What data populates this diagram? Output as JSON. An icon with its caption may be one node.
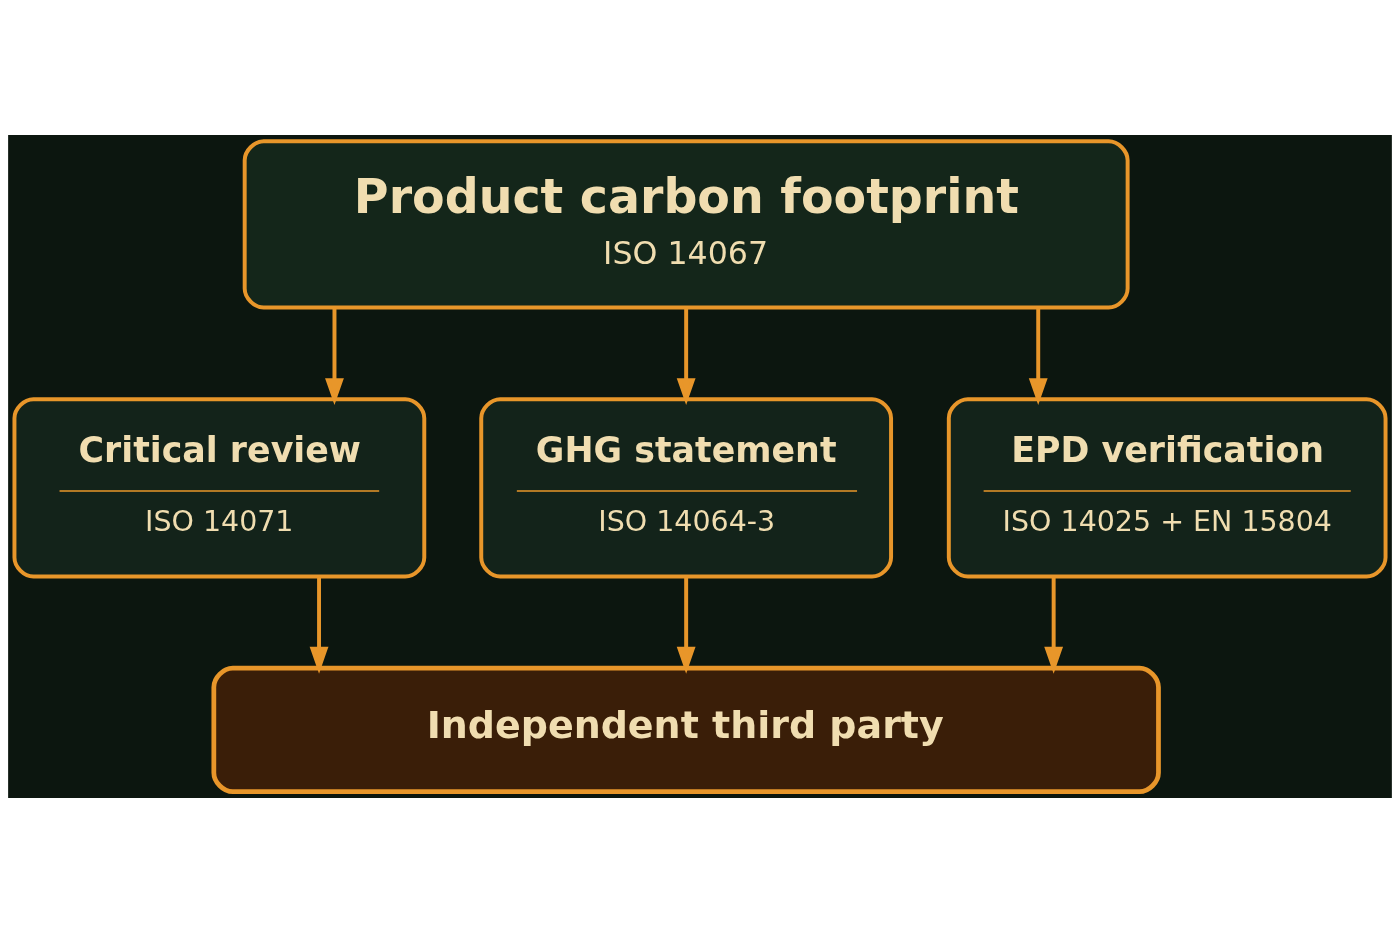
{
  "diagram": {
    "nodes": [
      {
        "text": [
          "Product carbon footprint",
          "ISO 14067"
        ]
      },
      {
        "text": [
          "Critical review",
          "ISO 14071"
        ]
      },
      {
        "text": [
          "GHG statement",
          "ISO 14064-3"
        ]
      },
      {
        "text": [
          "EPD verification",
          "ISO 14025 + EN 15804"
        ]
      },
      {
        "text": [
          "Independent third party"
        ]
      }
    ],
    "edges": [
      {
        "from": 0,
        "to": 1,
        "arrow": "to"
      },
      {
        "from": 0,
        "to": 2,
        "arrow": "to"
      },
      {
        "from": 0,
        "to": 3,
        "arrow": "to"
      },
      {
        "from": 1,
        "to": 4,
        "arrow": "to"
      },
      {
        "from": 2,
        "to": 4,
        "arrow": "to"
      },
      {
        "from": 3,
        "to": 4,
        "arrow": "to"
      }
    ]
  }
}
